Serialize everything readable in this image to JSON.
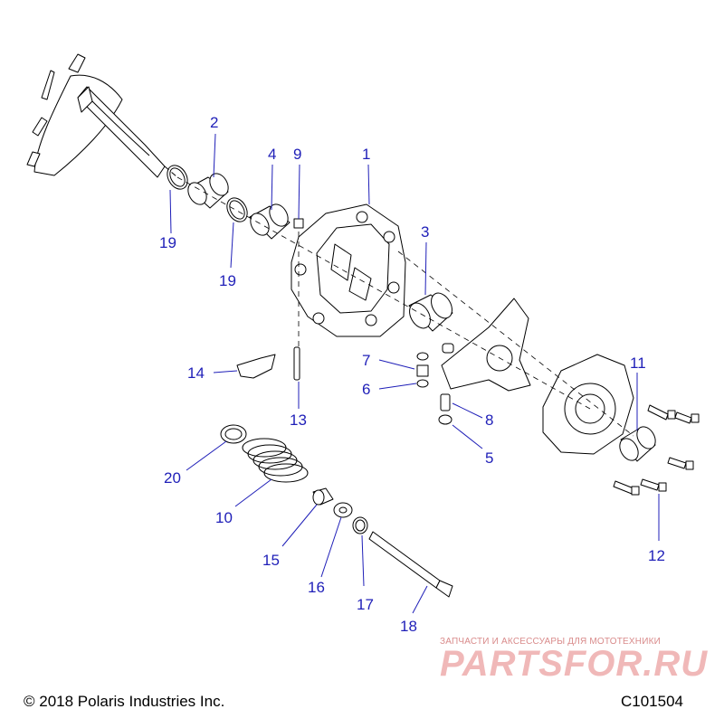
{
  "callouts": [
    {
      "id": "1",
      "text": "1"
    },
    {
      "id": "2",
      "text": "2"
    },
    {
      "id": "3",
      "text": "3"
    },
    {
      "id": "4",
      "text": "4"
    },
    {
      "id": "5",
      "text": "5"
    },
    {
      "id": "6",
      "text": "6"
    },
    {
      "id": "7",
      "text": "7"
    },
    {
      "id": "8",
      "text": "8"
    },
    {
      "id": "9",
      "text": "9"
    },
    {
      "id": "10",
      "text": "10"
    },
    {
      "id": "11",
      "text": "11"
    },
    {
      "id": "12",
      "text": "12"
    },
    {
      "id": "13",
      "text": "13"
    },
    {
      "id": "14",
      "text": "14"
    },
    {
      "id": "15",
      "text": "15"
    },
    {
      "id": "16",
      "text": "16"
    },
    {
      "id": "17",
      "text": "17"
    },
    {
      "id": "18",
      "text": "18"
    },
    {
      "id": "19a",
      "text": "19"
    },
    {
      "id": "19b",
      "text": "19"
    },
    {
      "id": "20",
      "text": "20"
    }
  ],
  "footer": {
    "copyright": "© 2018 Polaris Industries Inc.",
    "code": "C101504"
  },
  "watermark": {
    "tagline": "ЗАПЧАСТИ И АКСЕССУАРЫ ДЛЯ МОТОТЕХНИКИ",
    "brand": "PARTSFOR.RU"
  },
  "colors": {
    "callout": "#1f1fb8",
    "line": "#000000",
    "watermark": "#e07070"
  }
}
